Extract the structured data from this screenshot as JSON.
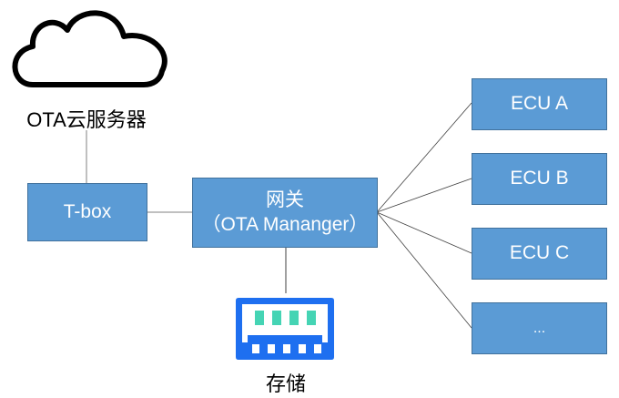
{
  "diagram": {
    "cloud": {
      "label": "OTA云服务器",
      "icon": "cloud-icon"
    },
    "tbox": {
      "label": "T-box"
    },
    "gateway": {
      "title": "网关",
      "subtitle": "（OTA Mananger）"
    },
    "storage": {
      "label": "存储",
      "icon": "memory-chip-icon"
    },
    "ecus": [
      {
        "label": "ECU A"
      },
      {
        "label": "ECU B"
      },
      {
        "label": "ECU C"
      },
      {
        "label": "..."
      }
    ],
    "colors": {
      "box_fill": "#5b9bd5",
      "box_border": "#41719c",
      "storage_icon_frame": "#1e6ff0",
      "storage_icon_cells": "#45d4b4"
    }
  }
}
